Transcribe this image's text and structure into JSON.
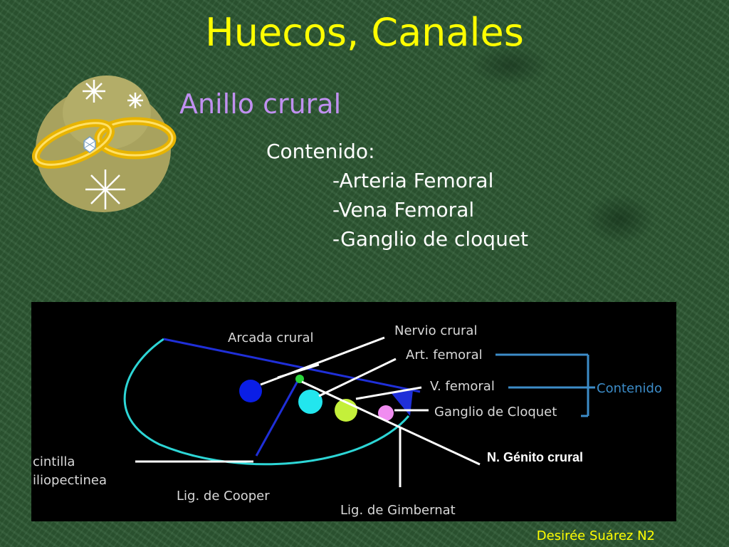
{
  "slide": {
    "title": "Huecos, Canales",
    "subtitle": "Anillo crural",
    "content_heading": "Contenido:",
    "content_items": [
      "-Arteria Femoral",
      "-Vena Femoral",
      "-Ganglio de cloquet"
    ],
    "footer": "Desirée Suárez N2"
  },
  "diagram": {
    "labels": {
      "arcada": "Arcada crural",
      "nervio": "Nervio crural",
      "art": "Art. femoral",
      "vena": "V. femoral",
      "ganglio": "Ganglio de Cloquet",
      "contenido": "Contenido",
      "genito": "N. Génito crural",
      "cintilla_1": "cintilla",
      "cintilla_2": "iliopectinea",
      "cooper": "Lig. de Cooper",
      "gimbernat": "Lig. de Gimbernat"
    },
    "colors": {
      "nervio": "#0a1ee6",
      "arteria": "#22e6ee",
      "vena": "#c4f03a",
      "ganglio": "#f08cf0",
      "arch": "#2dd6d6",
      "ligament": "#1f2fd8",
      "contenido_bracket": "#3c8cc8",
      "genito_dot": "#2ad43a"
    }
  },
  "clipart": {
    "name": "wedding-rings"
  }
}
